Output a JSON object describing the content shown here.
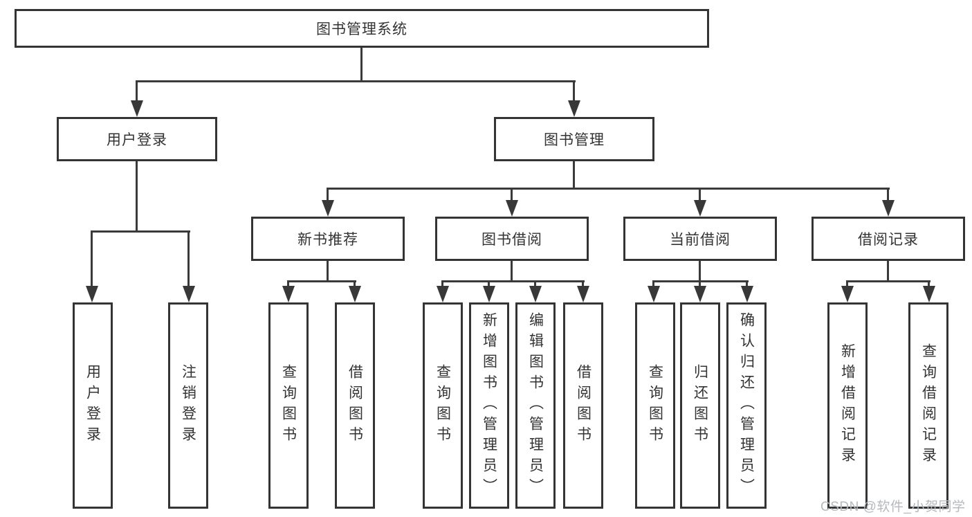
{
  "colors": {
    "line": "#3a3a3a",
    "border": "#343434",
    "text": "#333333",
    "watermark": "#b5b9bc",
    "background": "#ffffff"
  },
  "watermark": "CSDN @软件_小贺同学",
  "tree": {
    "root": {
      "label": "图书管理系统",
      "children": [
        {
          "label": "用户登录",
          "children": [
            {
              "label": "用户登录"
            },
            {
              "label": "注销登录"
            }
          ]
        },
        {
          "label": "图书管理",
          "children": [
            {
              "label": "新书推荐",
              "children": [
                {
                  "label": "查询图书"
                },
                {
                  "label": "借阅图书"
                }
              ]
            },
            {
              "label": "图书借阅",
              "children": [
                {
                  "label": "查询图书"
                },
                {
                  "label": "新增图书（管理员）"
                },
                {
                  "label": "编辑图书（管理员）"
                },
                {
                  "label": "借阅图书"
                }
              ]
            },
            {
              "label": "当前借阅",
              "children": [
                {
                  "label": "查询图书"
                },
                {
                  "label": "归还图书"
                },
                {
                  "label": "确认归还（管理员）"
                }
              ]
            },
            {
              "label": "借阅记录",
              "children": [
                {
                  "label": "新增借阅记录"
                },
                {
                  "label": "查询借阅记录"
                }
              ]
            }
          ]
        }
      ]
    }
  }
}
